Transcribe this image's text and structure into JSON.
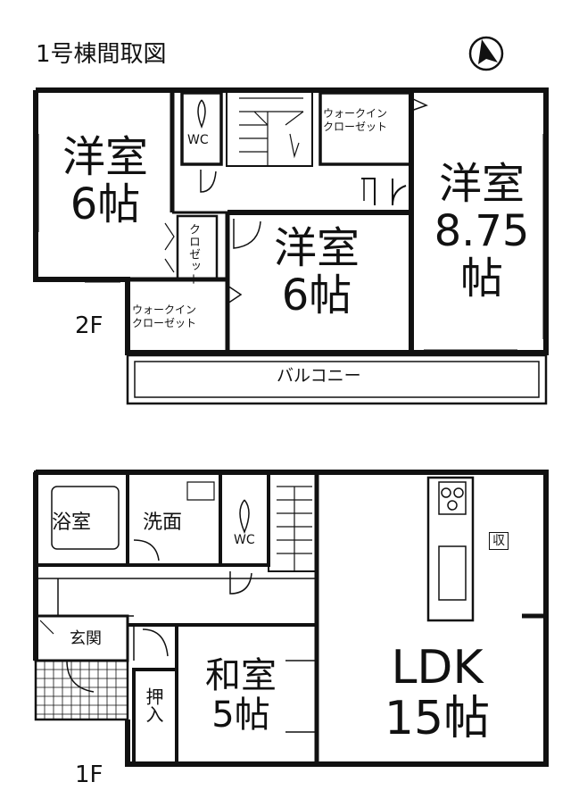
{
  "title": "1号棟間取図",
  "compass_label": "N",
  "floors": {
    "second": {
      "label": "2F",
      "rooms": {
        "western_left": {
          "name": "洋室",
          "size": "6帖"
        },
        "western_center": {
          "name": "洋室",
          "size": "6帖"
        },
        "western_right": {
          "name": "洋室",
          "size": "8.75",
          "unit": "帖"
        },
        "wc": "WC",
        "walkin_top": {
          "line1": "ウォークイン",
          "line2": "クローゼット"
        },
        "walkin_left": {
          "line1": "ウォークイン",
          "line2": "クローゼット"
        },
        "closet": "クロゼット",
        "balcony": "バルコニー"
      }
    },
    "first": {
      "label": "1F",
      "rooms": {
        "bath": "浴室",
        "washroom": "洗面",
        "wc": "WC",
        "entrance": "玄関",
        "japanese": {
          "name": "和室",
          "size": "5帖"
        },
        "storage": "押入",
        "ldk": {
          "name": "LDK",
          "size": "15帖"
        },
        "storage_box": "収"
      }
    }
  }
}
